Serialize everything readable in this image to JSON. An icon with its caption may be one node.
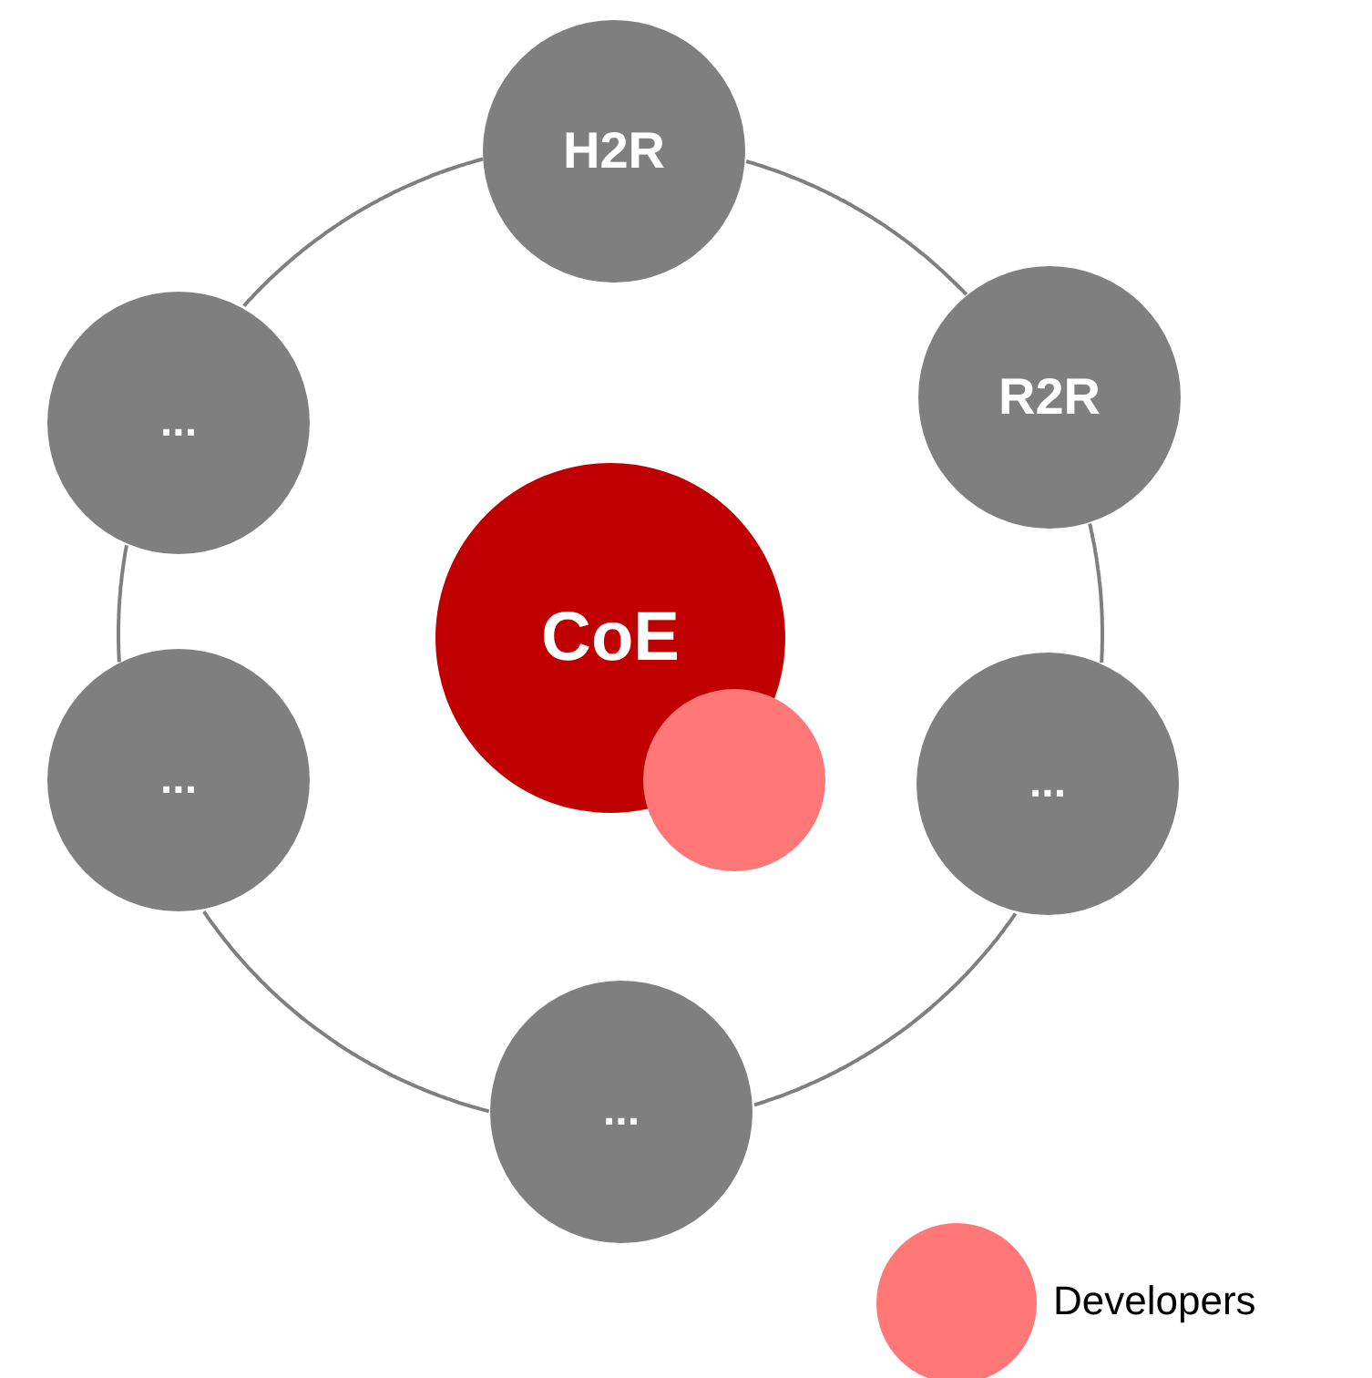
{
  "diagram": {
    "nodes": [
      {
        "text": [
          "H2R"
        ]
      },
      {
        "text": [
          "R2R"
        ]
      },
      {
        "text": [
          "..."
        ]
      },
      {
        "text": [
          "..."
        ]
      },
      {
        "text": [
          "..."
        ]
      },
      {
        "text": [
          "..."
        ]
      },
      {
        "text": [
          "CoE"
        ]
      },
      {
        "text": [],
        "shape": "circle"
      }
    ],
    "edges": [
      {
        "from": 0,
        "to": 1,
        "arrow": "none"
      },
      {
        "from": 1,
        "to": 2,
        "arrow": "none"
      },
      {
        "from": 2,
        "to": 3,
        "arrow": "none"
      },
      {
        "from": 3,
        "to": 4,
        "arrow": "none"
      },
      {
        "from": 4,
        "to": 5,
        "arrow": "none"
      },
      {
        "from": 5,
        "to": 0,
        "arrow": "none"
      }
    ],
    "legend": [
      {
        "text": "Developers",
        "color": "#ff7777"
      }
    ]
  }
}
